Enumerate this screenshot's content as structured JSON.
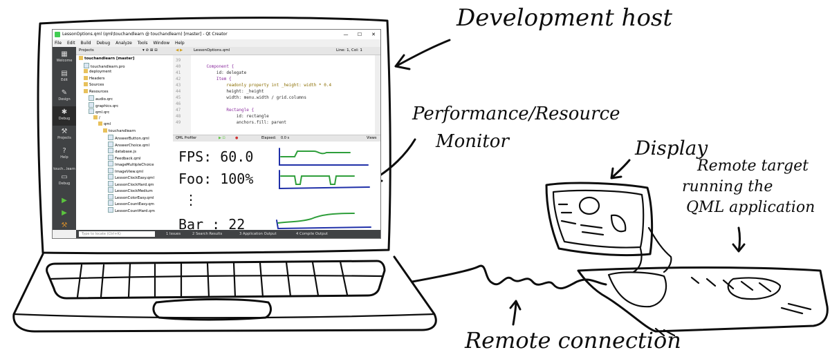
{
  "window": {
    "title": "LessonOptions.qml (qml\\touchandlearn @ touchandlearn) [master] - Qt Creator",
    "controls": [
      "—",
      "☐",
      "✕"
    ]
  },
  "menu": [
    "File",
    "Edit",
    "Build",
    "Debug",
    "Analyze",
    "Tools",
    "Window",
    "Help"
  ],
  "modes": [
    {
      "label": "Welcome",
      "icon": "grid-icon"
    },
    {
      "label": "Edit",
      "icon": "edit-icon"
    },
    {
      "label": "Design",
      "icon": "pencil-icon"
    },
    {
      "label": "Debug",
      "icon": "bug-icon"
    },
    {
      "label": "Projects",
      "icon": "wrench-icon"
    },
    {
      "label": "Help",
      "icon": "help-icon"
    }
  ],
  "target": {
    "name": "touch...learn",
    "config": "Debug"
  },
  "projects_panel": {
    "title": "Projects"
  },
  "tree": [
    {
      "label": "touchandlearn [master]",
      "depth": 0,
      "kind": "proj"
    },
    {
      "label": "touchandlearn.pro",
      "depth": 1,
      "kind": "file"
    },
    {
      "label": "deployment",
      "depth": 1,
      "kind": "folder"
    },
    {
      "label": "Headers",
      "depth": 1,
      "kind": "folder"
    },
    {
      "label": "Sources",
      "depth": 1,
      "kind": "folder"
    },
    {
      "label": "Resources",
      "depth": 1,
      "kind": "folder"
    },
    {
      "label": "audio.qrc",
      "depth": 2,
      "kind": "file"
    },
    {
      "label": "graphics.qrc",
      "depth": 2,
      "kind": "file"
    },
    {
      "label": "qml.qrc",
      "depth": 2,
      "kind": "file"
    },
    {
      "label": "/",
      "depth": 3,
      "kind": "folder"
    },
    {
      "label": "qml",
      "depth": 4,
      "kind": "folder"
    },
    {
      "label": "touchandlearn",
      "depth": 5,
      "kind": "folder"
    },
    {
      "label": "AnswerButton.qml",
      "depth": 6,
      "kind": "file"
    },
    {
      "label": "AnswerChoice.qml",
      "depth": 6,
      "kind": "file"
    },
    {
      "label": "database.js",
      "depth": 6,
      "kind": "file"
    },
    {
      "label": "Feedback.qml",
      "depth": 6,
      "kind": "file"
    },
    {
      "label": "ImageMultipleChoice",
      "depth": 6,
      "kind": "file"
    },
    {
      "label": "ImageView.qml",
      "depth": 6,
      "kind": "file"
    },
    {
      "label": "LessonClockEasy.qml",
      "depth": 6,
      "kind": "file"
    },
    {
      "label": "LessonClockHard.qm",
      "depth": 6,
      "kind": "file"
    },
    {
      "label": "LessonClockMedium",
      "depth": 6,
      "kind": "file"
    },
    {
      "label": "LessonColorEasy.qml",
      "depth": 6,
      "kind": "file"
    },
    {
      "label": "LessonCountEasy.qm",
      "depth": 6,
      "kind": "file"
    },
    {
      "label": "LessonCountHard.qm",
      "depth": 6,
      "kind": "file"
    }
  ],
  "editor": {
    "file": "LessonOptions.qml",
    "position": "Line: 1, Col: 1",
    "lines": [
      {
        "n": "39",
        "code": ""
      },
      {
        "n": "40",
        "code": "    Component {"
      },
      {
        "n": "41",
        "code": "        id: delegate"
      },
      {
        "n": "42",
        "code": "        Item {"
      },
      {
        "n": "43",
        "code": "            readonly property int _height: width * 0.4"
      },
      {
        "n": "44",
        "code": "            height: _height"
      },
      {
        "n": "45",
        "code": "            width: menu.width / grid.columns"
      },
      {
        "n": "46",
        "code": ""
      },
      {
        "n": "47",
        "code": "            Rectangle {"
      },
      {
        "n": "48",
        "code": "                id: rectangle"
      },
      {
        "n": "49",
        "code": "                anchors.fill: parent"
      }
    ]
  },
  "profiler": {
    "title": "QML Profiler",
    "elapsed_label": "Elapsed:",
    "elapsed": "0.0 s",
    "views": "Views"
  },
  "monitor": [
    {
      "label": "FPS: 60.0"
    },
    {
      "label": "Foo: 100%"
    },
    {
      "label": "⋮"
    },
    {
      "label": "Bar : 22"
    }
  ],
  "status": {
    "locator_placeholder": "Type to locate (Ctrl+K)",
    "tabs": [
      "1  Issues",
      "2  Search Results",
      "3  Application Output",
      "4  Compile Output"
    ]
  },
  "annotations": {
    "host": "Development host",
    "monitor_line1": "Performance/Resource",
    "monitor_line2": "Monitor",
    "display": "Display",
    "target_line1": "Remote target",
    "target_line2": "running the",
    "target_line3": "QML application",
    "connection": "Remote connection"
  },
  "colors": {
    "graph_green": "#2e9e3a",
    "graph_blue": "#1f2fa8",
    "ide_dark": "#404244"
  }
}
